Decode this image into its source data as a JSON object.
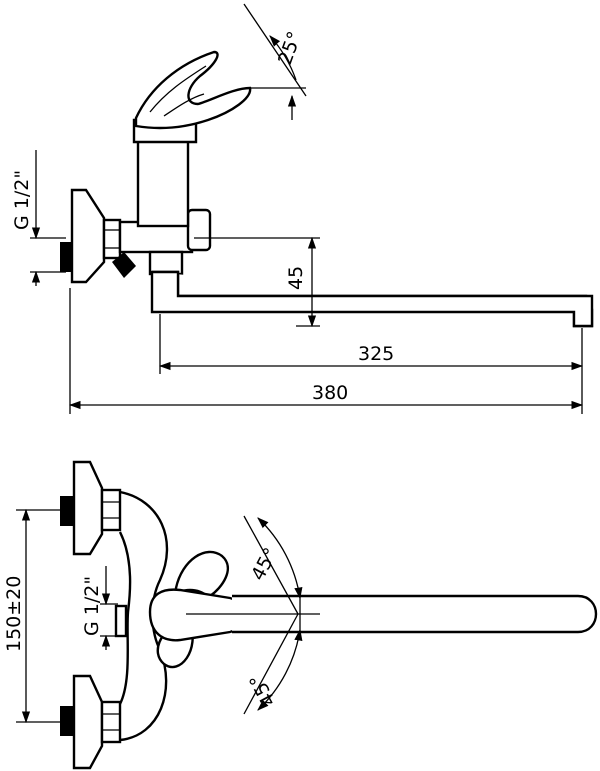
{
  "side_view": {
    "angle_top": "25°",
    "thread_label": "G 1/2\"",
    "height_dim": "45",
    "spout_reach": "325",
    "total_length": "380"
  },
  "top_view": {
    "center_distance": "150±20",
    "thread_label": "G 1/2\"",
    "angle_upper": "45°",
    "angle_lower": "45°"
  },
  "colors": {
    "ink": "#000000",
    "paper": "#ffffff"
  }
}
